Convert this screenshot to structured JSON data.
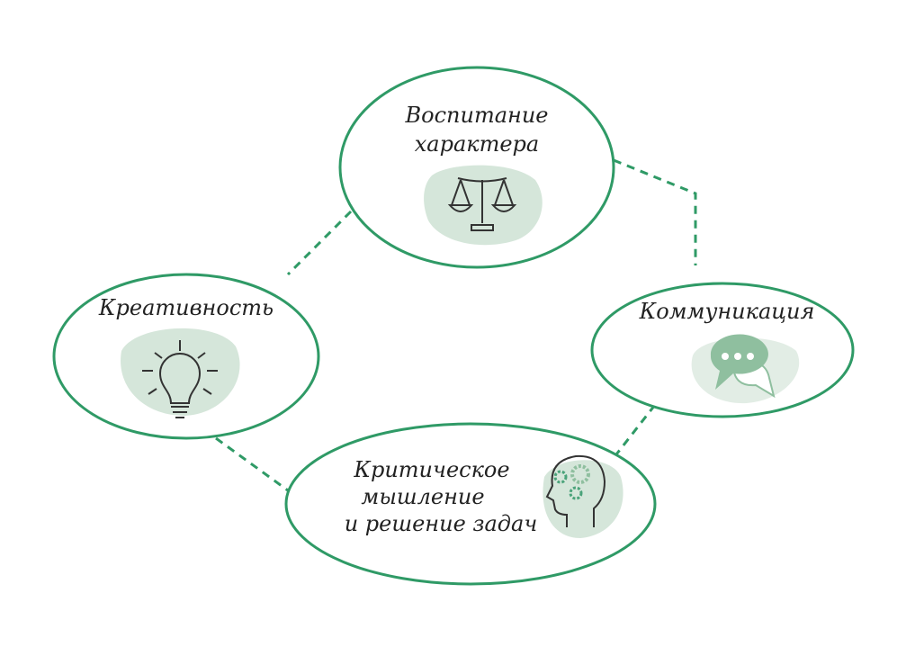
{
  "nodes": {
    "character": {
      "line1": "Воспитание",
      "line2": "характера",
      "icon": "scales-icon"
    },
    "creativity": {
      "line1": "Креативность",
      "icon": "lightbulb-icon"
    },
    "communication": {
      "line1": "Коммуникация",
      "icon": "chat-bubbles-icon"
    },
    "critical": {
      "line1": "Критическое",
      "line2": "мышление",
      "line3": "и решение задач",
      "icon": "head-gears-icon"
    }
  },
  "colors": {
    "stroke": "#2f9a66",
    "blob": "#d5e6da",
    "icon": "#333333",
    "gear": "#4aa37a",
    "chat": "#8fbf9f"
  }
}
